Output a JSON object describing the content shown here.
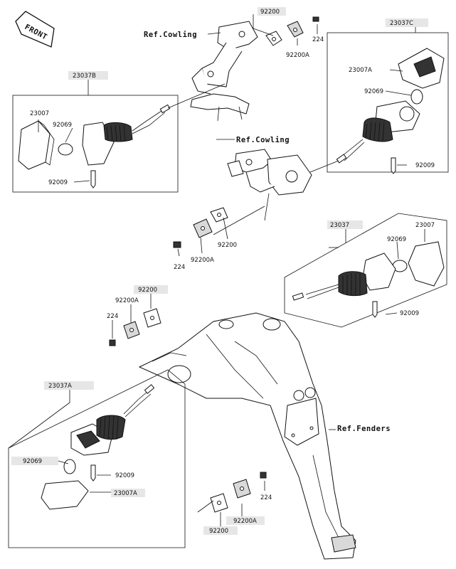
{
  "front_label": "FRONT",
  "refs": {
    "cowling_top": "Ref.Cowling",
    "cowling_mid": "Ref.Cowling",
    "fenders": "Ref.Fenders"
  },
  "labels": {
    "p92200_top": "92200",
    "p224_top": "224",
    "p92200A_top": "92200A",
    "p23037C": "23037C",
    "p23007A_c": "23007A",
    "p92069_c": "92069",
    "p92009_c": "92009",
    "p23037B": "23037B",
    "p23007_b": "23007",
    "p92069_b": "92069",
    "p92009_b": "92009",
    "p92200_mid": "92200",
    "p224_mid": "224",
    "p92200A_mid": "92200A",
    "p23037": "23037",
    "p23007_r": "23007",
    "p92069_r": "92069",
    "p92009_r": "92009",
    "p92200_l": "92200",
    "p92200A_l": "92200A",
    "p224_l": "224",
    "p23037A": "23037A",
    "p92069_a": "92069",
    "p92009_a": "92009",
    "p23007A_a": "23007A",
    "p224_bot": "224",
    "p92200A_bot": "92200A",
    "p92200_bot": "92200"
  }
}
